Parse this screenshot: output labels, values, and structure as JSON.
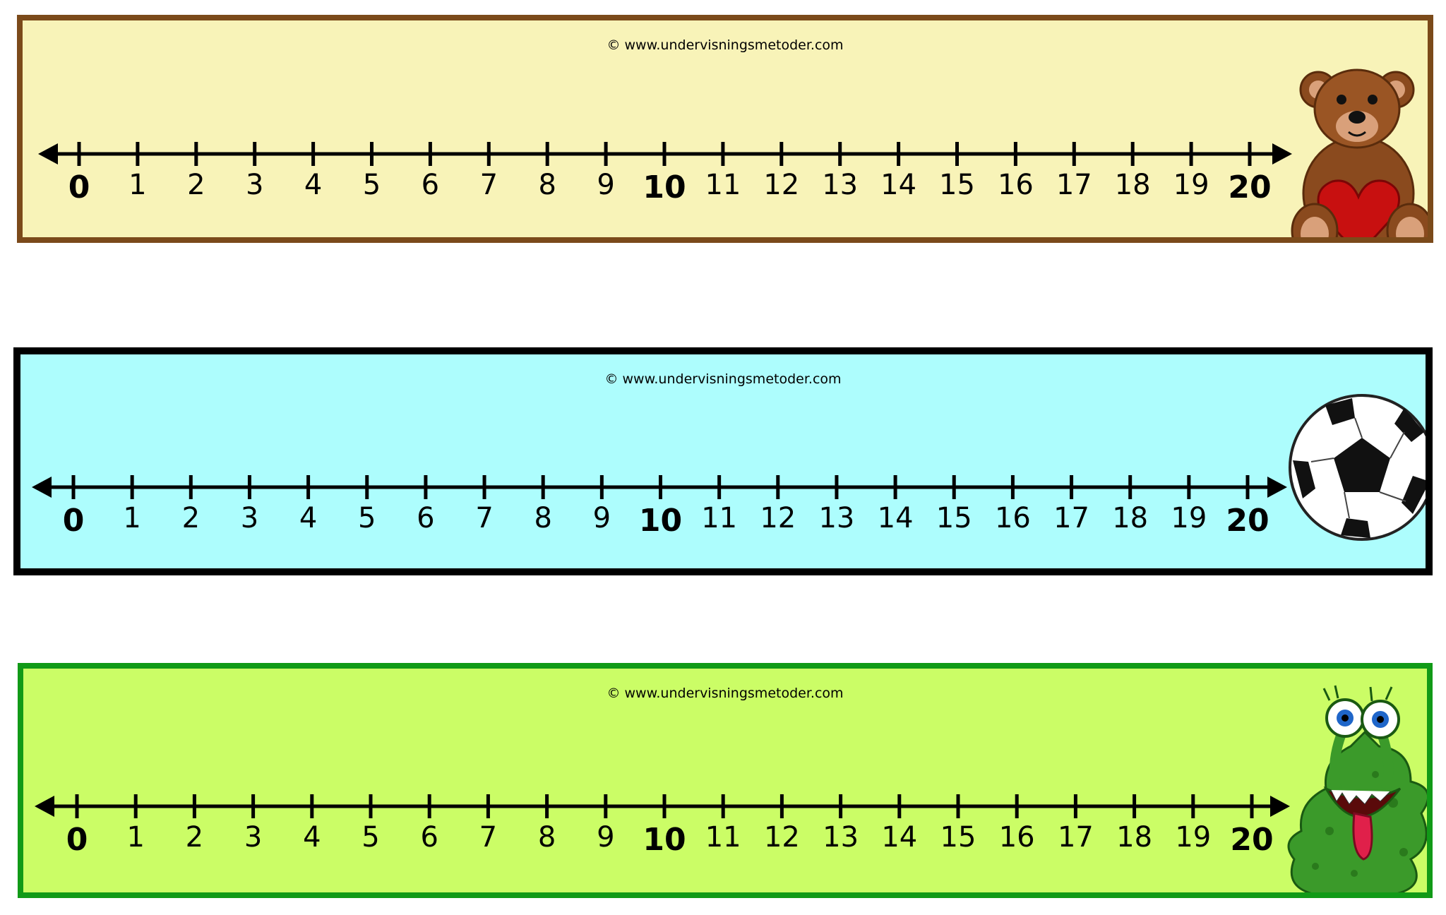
{
  "strips": [
    {
      "credit": "© www.undervisningsmetoder.com",
      "background": "#f8f3b8",
      "border_color": "#7b4a1a",
      "picture": "teddy-bear-with-heart",
      "labels": [
        "0",
        "1",
        "2",
        "3",
        "4",
        "5",
        "6",
        "7",
        "8",
        "9",
        "10",
        "11",
        "12",
        "13",
        "14",
        "15",
        "16",
        "17",
        "18",
        "19",
        "20"
      ]
    },
    {
      "credit": "© www.undervisningsmetoder.com",
      "background": "#adfdfd",
      "border_color": "#000000",
      "picture": "soccer-ball",
      "labels": [
        "0",
        "1",
        "2",
        "3",
        "4",
        "5",
        "6",
        "7",
        "8",
        "9",
        "10",
        "11",
        "12",
        "13",
        "14",
        "15",
        "16",
        "17",
        "18",
        "19",
        "20"
      ]
    },
    {
      "credit": "© www.undervisningsmetoder.com",
      "background": "#cbfd66",
      "border_color": "#119a17",
      "picture": "green-monster",
      "labels": [
        "0",
        "1",
        "2",
        "3",
        "4",
        "5",
        "6",
        "7",
        "8",
        "9",
        "10",
        "11",
        "12",
        "13",
        "14",
        "15",
        "16",
        "17",
        "18",
        "19",
        "20"
      ]
    }
  ]
}
